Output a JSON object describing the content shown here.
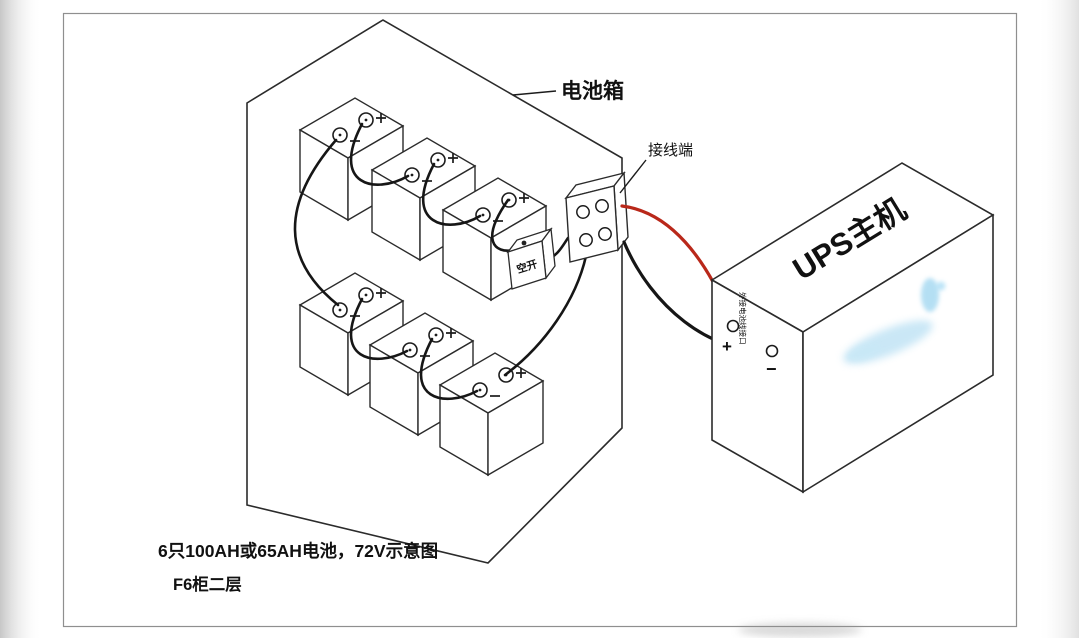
{
  "page": {
    "background": "#ffffff"
  },
  "labels": {
    "battery_box": "电池箱",
    "terminal_block": "接线端",
    "breaker": "空开",
    "ups_name": "UPS主机",
    "ups_port_note": "外接电池线接口",
    "ups_plus": "+",
    "ups_minus": "−"
  },
  "terminal_marks": {
    "plus": "+",
    "minus": "−"
  },
  "caption": {
    "line1": "6只100AH或65AH电池，72V示意图",
    "line2": "F6柜二层"
  },
  "colors": {
    "outline": "#2b2b2b",
    "wire_black": "#161616",
    "wire_red": "#b9281a",
    "smudge_blue": "#7cc5ea",
    "border_gray": "#8f8f8f"
  }
}
